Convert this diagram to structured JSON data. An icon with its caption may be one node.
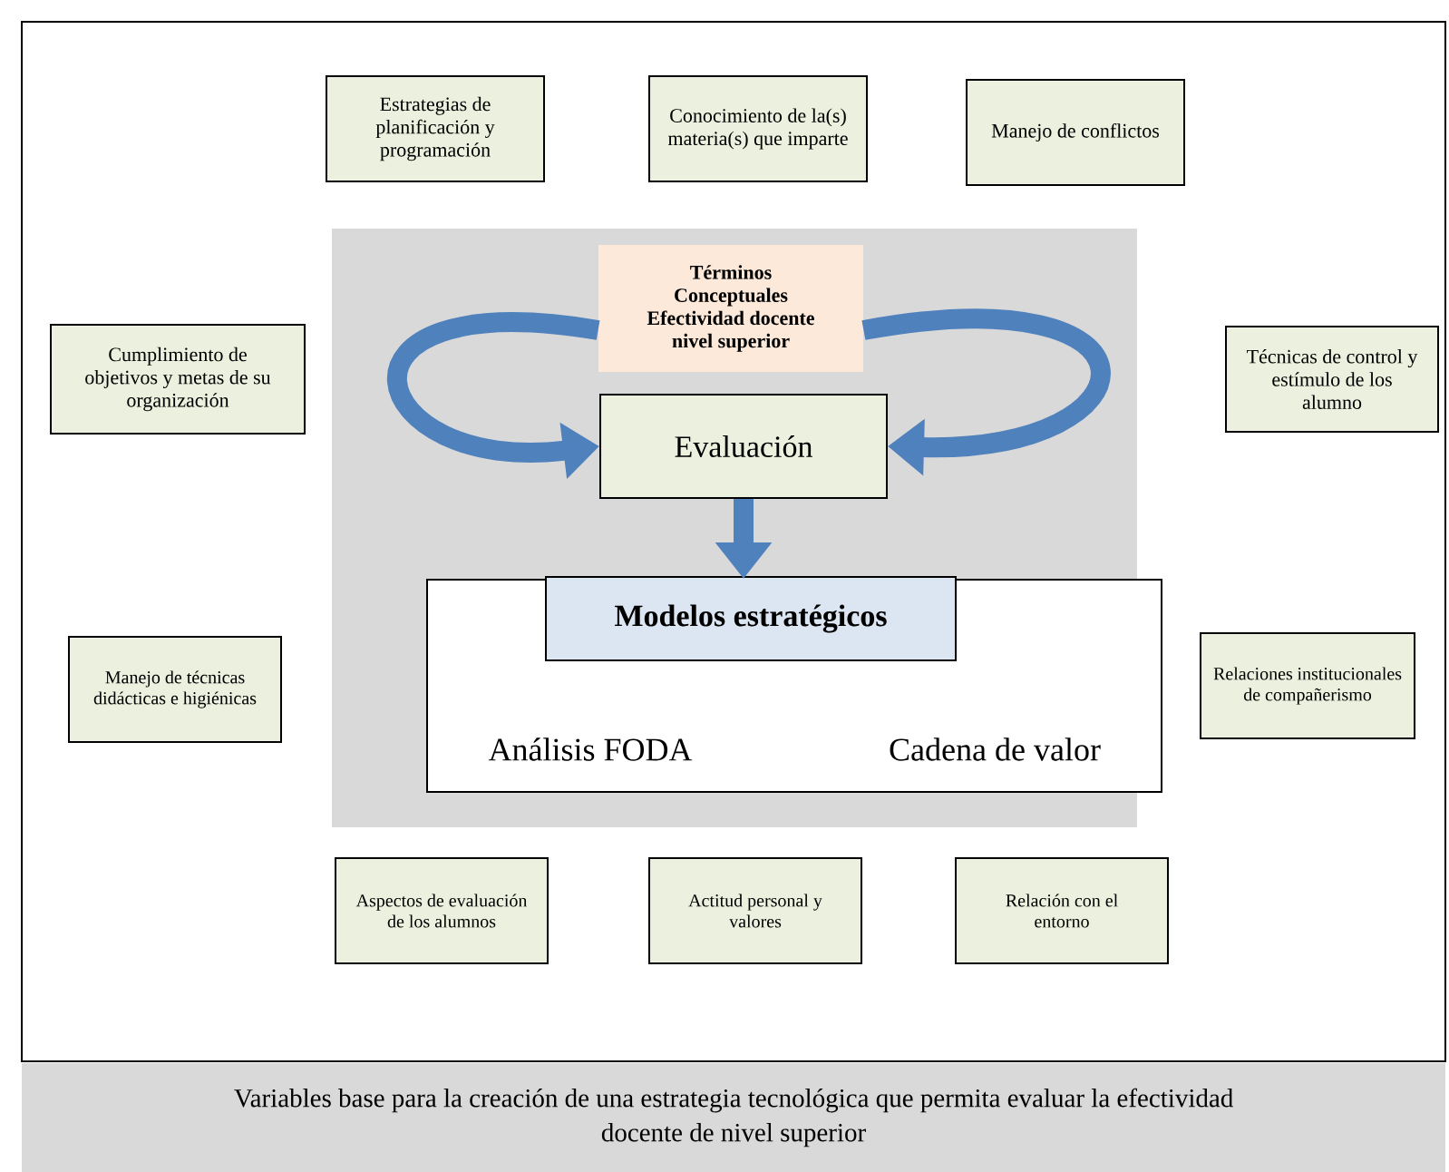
{
  "diagram": {
    "caption": "Variables  base para la creación de una estrategia tecnológica que permita evaluar la efectividad docente de nivel superior",
    "nodes": [
      {
        "text": [
          "Estrategias de planificación y programación"
        ]
      },
      {
        "text": [
          "Conocimiento de la(s) materia(s) que imparte"
        ]
      },
      {
        "text": [
          "Manejo de conflictos"
        ]
      },
      {
        "text": [
          "Cumplimiento de objetivos y metas de su organización"
        ]
      },
      {
        "text": [],
        "shape": "box"
      },
      {
        "text": [
          "Términos Conceptuales Efectividad docente nivel superior"
        ],
        "in": 4
      },
      {
        "text": [
          "Evaluación"
        ],
        "in": 4
      },
      {
        "text": [
          "Análisis FODA",
          "Cadena de valor"
        ],
        "in": 4
      },
      {
        "text": [
          "Modelos estratégicos"
        ],
        "in": 7
      },
      {
        "text": [
          "Técnicas de control y estímulo de los alumno"
        ]
      },
      {
        "text": [
          "Manejo de técnicas didácticas e higiénicas"
        ]
      },
      {
        "text": [
          "Relaciones institucionales de compañerismo"
        ]
      },
      {
        "text": [
          "Aspectos de evaluación de los alumnos"
        ]
      },
      {
        "text": [
          "Actitud personal y valores"
        ]
      },
      {
        "text": [
          "Relación con el entorno"
        ]
      }
    ],
    "edges": [
      {
        "from": 5,
        "to": 6,
        "arrow": "to"
      },
      {
        "from": 5,
        "to": 6,
        "arrow": "to"
      },
      {
        "from": 6,
        "to": 7,
        "arrow": "to"
      }
    ]
  }
}
